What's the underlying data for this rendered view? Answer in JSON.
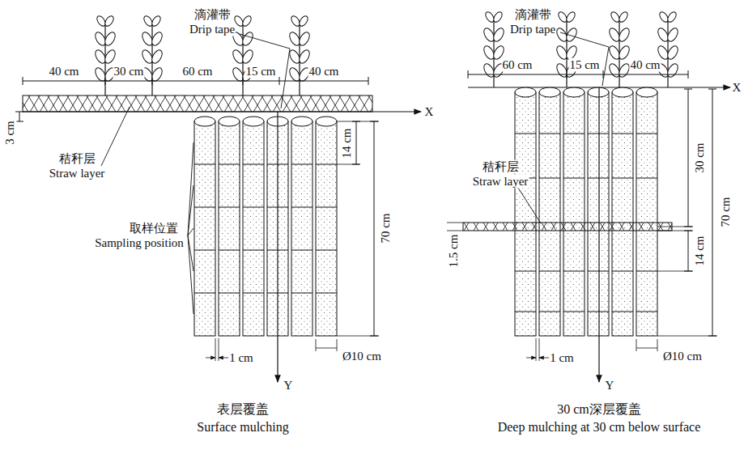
{
  "diagram": {
    "labels": [
      "滴灌带",
      "Drip tape",
      "40 cm",
      "30 cm",
      "60 cm",
      "15 cm",
      "40 cm",
      "X",
      "3 cm",
      "秸秆层",
      "Straw layer",
      "取样位置",
      "Sampling position",
      "14 cm",
      "70 cm",
      "1 cm",
      "Ø10 cm",
      "Y",
      "表层覆盖",
      "Surface mulching",
      "滴灌带",
      "Drip tape",
      "60 cm",
      "15 cm",
      "40 cm",
      "X",
      "秸秆层",
      "Straw layer",
      "30 cm",
      "70 cm",
      "1.5 cm",
      "14 cm",
      "1 cm",
      "Ø10 cm",
      "Y",
      "30 cm深层覆盖",
      "Deep mulching at 30 cm below surface"
    ]
  }
}
